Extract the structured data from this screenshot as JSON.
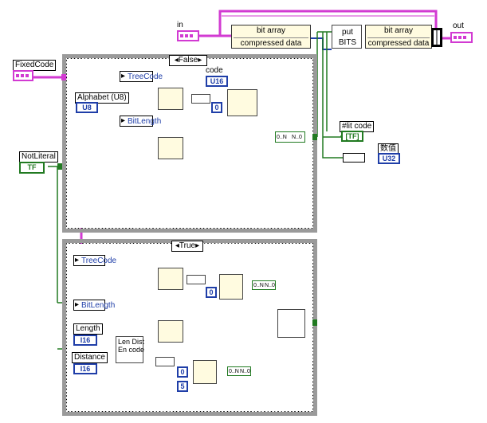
{
  "controls": {
    "in": "in",
    "out": "out",
    "fixed_code": "FixedCode",
    "not_literal": "NotLiteral",
    "not_literal_type": "TF"
  },
  "unbundle_top": {
    "row1": "bit array",
    "row2": "compressed data"
  },
  "bundle_top": {
    "row1": "bit array",
    "row2": "compressed data"
  },
  "put_bits": "put BITS",
  "case_false": {
    "selector": "False",
    "alphabet": "Alphabet (U8)",
    "alphabet_type": "U8",
    "tree_code": "TreeCode",
    "bit_length": "BitLength",
    "code": "code",
    "code_type": "U16",
    "const_zero": "0",
    "range_label": "0..N",
    "range_label2": "N..0"
  },
  "case_true": {
    "selector": "True",
    "tree_code": "TreeCode",
    "bit_length": "BitLength",
    "length": "Length",
    "length_type": "I16",
    "distance": "Distance",
    "distance_type": "I16",
    "len_dist_encode": "Len Dist En code",
    "const_zero": "0",
    "const_zero2": "0",
    "const_five": "5",
    "range_label": "0..N",
    "range_label2": "N..0"
  },
  "indicators": {
    "lit_code": "#lit code",
    "lit_code_type": "[TF]",
    "count_label": "数值",
    "count_type": "U32"
  },
  "colors": {
    "pink_wire": "#d23ad2",
    "blue_wire": "#1f3ea8",
    "green_wire": "#217a21",
    "frame_gray": "#9a9a9a"
  }
}
